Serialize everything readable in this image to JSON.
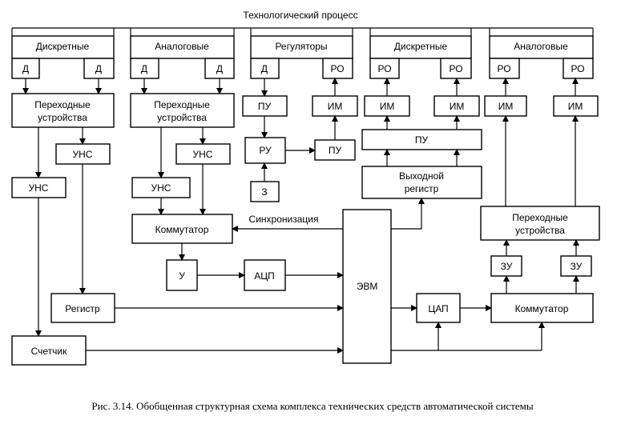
{
  "process_title": "Технологический процесс",
  "groups": {
    "g1": "Дискретные",
    "g2": "Аналоговые",
    "g3": "Регуляторы",
    "g4": "Дискретные",
    "g5": "Аналоговые"
  },
  "labels": {
    "d": "Д",
    "ro": "РО",
    "im": "ИМ",
    "transition_devices_1": "Переходные",
    "transition_devices_2": "устройства",
    "uns": "УНС",
    "pu": "ПУ",
    "ru": "РУ",
    "z": "З",
    "commutator": "Коммутатор",
    "u": "У",
    "adc": "АЦП",
    "evm": "ЭВМ",
    "register": "Регистр",
    "counter": "Счетчик",
    "output_register_1": "Выходной",
    "output_register_2": "регистр",
    "dac": "ЦАП",
    "zu": "ЗУ",
    "sync": "Синхронизация"
  },
  "caption": "Рис. 3.14. Обобщенная структурная схема комплекса технических средств автоматической системы"
}
